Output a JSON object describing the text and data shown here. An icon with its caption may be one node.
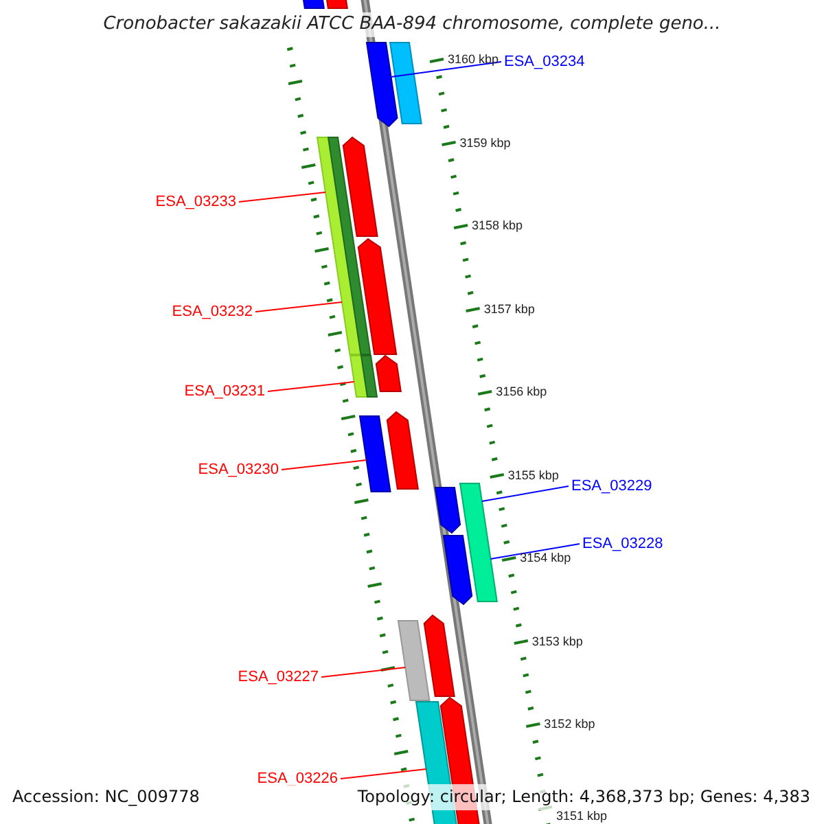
{
  "diagram": {
    "title": "Cronobacter sakazakii ATCC BAA-894 chromosome, complete geno...",
    "nodes": [
      {
        "text": [
          "ESA_03234"
        ]
      },
      {
        "text": [
          "ESA_03233"
        ]
      },
      {
        "text": [
          "ESA_03232"
        ]
      },
      {
        "text": [
          "ESA_03231"
        ]
      },
      {
        "text": [
          "ESA_03230"
        ]
      },
      {
        "text": [
          "ESA_03229"
        ]
      },
      {
        "text": [
          "ESA_03228"
        ]
      },
      {
        "text": [
          "ESA_03227"
        ]
      },
      {
        "text": [
          "ESA_03226"
        ]
      },
      {
        "text": [],
        "shape": "bar"
      },
      {
        "text": [],
        "shape": "bar"
      },
      {
        "text": [],
        "shape": "bar"
      },
      {
        "text": [],
        "shape": "bar"
      },
      {
        "text": [],
        "shape": "bar"
      },
      {
        "text": [],
        "shape": "bar"
      },
      {
        "text": [],
        "shape": "bar"
      },
      {
        "text": [],
        "shape": "bar"
      },
      {
        "text": [],
        "shape": "bar"
      },
      {
        "text": [],
        "shape": "bar"
      },
      {
        "text": [],
        "shape": "bar"
      },
      {
        "text": [],
        "shape": "bar"
      },
      {
        "text": [],
        "shape": "bar"
      },
      {
        "text": [],
        "shape": "bar"
      },
      {
        "text": [],
        "shape": "bar"
      },
      {
        "text": [],
        "shape": "bar"
      },
      {
        "text": [],
        "shape": "bar"
      },
      {
        "text": [],
        "shape": "bar"
      },
      {
        "text": [],
        "shape": "bar"
      },
      {
        "text": [],
        "shape": "bar"
      }
    ],
    "edges": [
      {
        "from": 0,
        "to": 11,
        "arrow": "none",
        "color": "#0000ff"
      },
      {
        "from": 1,
        "to": 13,
        "arrow": "none"
      },
      {
        "from": 2,
        "to": 13,
        "arrow": "none"
      },
      {
        "from": 3,
        "to": 15,
        "arrow": "none"
      },
      {
        "from": 4,
        "to": 20,
        "arrow": "none"
      },
      {
        "from": 5,
        "to": 24,
        "arrow": "none",
        "color": "#0000ff"
      },
      {
        "from": 6,
        "to": 24,
        "arrow": "none",
        "color": "#0000ff"
      },
      {
        "from": 7,
        "to": 25,
        "arrow": "none"
      },
      {
        "from": 8,
        "to": 27,
        "arrow": "none"
      }
    ],
    "labels": [
      "3160 kbp",
      "3159 kbp",
      "3158 kbp",
      "3157 kbp",
      "3156 kbp",
      "3155 kbp",
      "3154 kbp",
      "3153 kbp",
      "3152 kbp",
      "3151 kbp",
      "Accession: NC_009778",
      "Topology: circular; Length: 4,368,373 bp; Genes: 4,383"
    ]
  }
}
